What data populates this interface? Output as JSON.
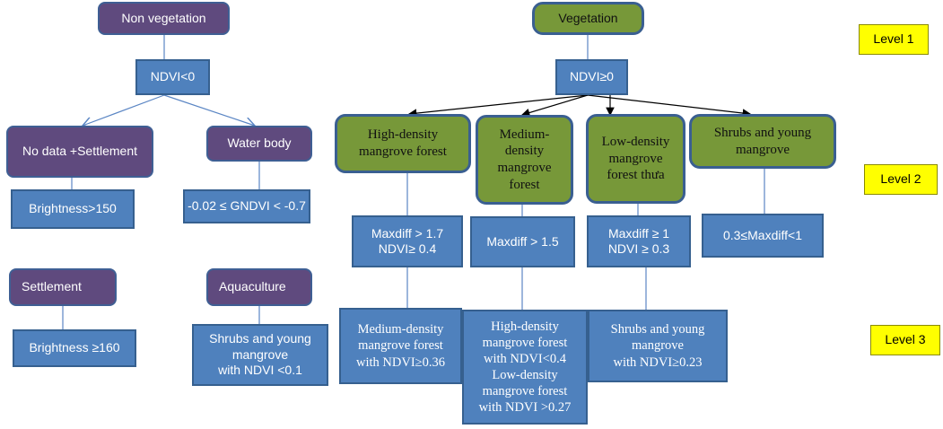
{
  "level1": {
    "non_vegetation": "Non vegetation",
    "vegetation": "Vegetation",
    "ndvi_lt0": "NDVI<0",
    "ndvi_ge0": "NDVI≥0"
  },
  "level2": {
    "no_data_settlement": "No data +Settlement",
    "water_body": "Water body",
    "brightness_150": "Brightness>150",
    "gndvi_rule": "-0.02 ≤ GNDVI < -0.7",
    "high_density": "High-density\nmangrove forest",
    "medium_density": "Medium-\ndensity\nmangrove\nforest",
    "low_density": "Low-density\nmangrove\nforest thưa",
    "shrubs": "Shrubs and young\nmangrove",
    "rule_high": "Maxdiff > 1.7\nNDVI≥ 0.4",
    "rule_medium": "Maxdiff > 1.5",
    "rule_low": "Maxdiff ≥ 1\nNDVI ≥ 0.3",
    "rule_shrubs": "0.3≤Maxdiff<1"
  },
  "level3": {
    "settlement": "Settlement",
    "aquaculture": "Aquaculture",
    "brightness_160": "Brightness ≥160",
    "shrubs_ndvi": "Shrubs and young\nmangrove\nwith NDVI <0.1",
    "medium_ndvi": "Medium-density\nmangrove forest\nwith NDVI≥0.36",
    "high_low_ndvi": "High-density\nmangrove forest\nwith NDVI<0.4\nLow-density\nmangrove forest\nwith NDVI >0.27",
    "shrubs_ndvi_023": "Shrubs and young\nmangrove\nwith NDVI≥0.23"
  },
  "levels": {
    "l1": "Level 1",
    "l2": "Level 2",
    "l3": "Level 3"
  },
  "colors": {
    "purple": "#5f4a7e",
    "green": "#779839",
    "blue": "#4f81bd",
    "yellow": "#ffff00",
    "edge": "#3f5f94"
  }
}
